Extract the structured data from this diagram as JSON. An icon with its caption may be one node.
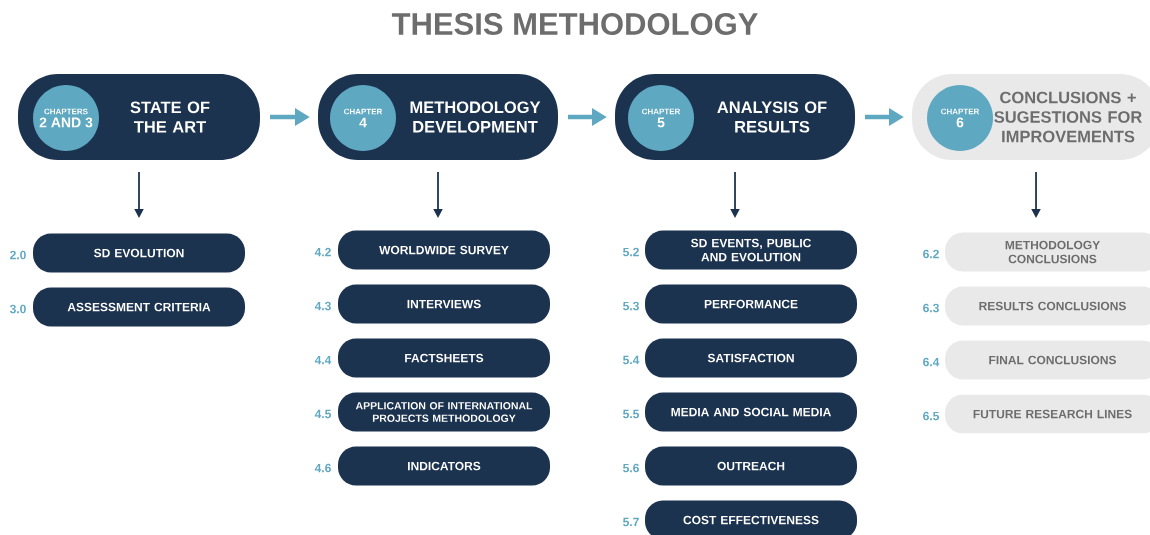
{
  "diagram": {
    "title": "THESIS METHODOLOGY",
    "nodes": [
      {
        "text": [
          "STATE OF THE ART"
        ]
      },
      {
        "text": [
          "CHAPTERS",
          "2 AND 3"
        ],
        "in": 0
      },
      {
        "text": [
          "METHODOLOGY DEVELOPMENT"
        ]
      },
      {
        "text": [
          "CHAPTER",
          "4"
        ],
        "in": 2
      },
      {
        "text": [
          "ANALYSIS OF RESULTS"
        ]
      },
      {
        "text": [
          "CHAPTER",
          "5"
        ],
        "in": 4
      },
      {
        "text": [
          "CONCLUSIONS + SUGESTIONS FOR IMPROVEMENTS"
        ]
      },
      {
        "text": [
          "CHAPTER",
          "6"
        ],
        "in": 6
      },
      {
        "text": [
          "SD EVOLUTION"
        ],
        "beside": [
          "2.0"
        ]
      },
      {
        "text": [
          "ASSESSMENT CRITERIA"
        ],
        "beside": [
          "3.0"
        ]
      },
      {
        "text": [
          "WORLDWIDE SURVEY"
        ],
        "beside": [
          "4.2"
        ]
      },
      {
        "text": [
          "INTERVIEWS"
        ],
        "beside": [
          "4.3"
        ]
      },
      {
        "text": [
          "FACTSHEETS"
        ],
        "beside": [
          "4.4"
        ]
      },
      {
        "text": [
          "APPLICATION OF INTERNATIONAL PROJECTS METHODOLOGY"
        ],
        "beside": [
          "4.5"
        ]
      },
      {
        "text": [
          "INDICATORS"
        ],
        "beside": [
          "4.6"
        ]
      },
      {
        "text": [
          "SD EVENTS, PUBLIC AND EVOLUTION"
        ],
        "beside": [
          "5.2"
        ]
      },
      {
        "text": [
          "PERFORMANCE"
        ],
        "beside": [
          "5.3"
        ]
      },
      {
        "text": [
          "SATISFACTION"
        ],
        "beside": [
          "5.4"
        ]
      },
      {
        "text": [
          "MEDIA AND SOCIAL MEDIA"
        ],
        "beside": [
          "5.5"
        ]
      },
      {
        "text": [
          "OUTREACH"
        ],
        "beside": [
          "5.6"
        ]
      },
      {
        "text": [
          "COST EFFECTIVENESS"
        ],
        "beside": [
          "5.7"
        ]
      },
      {
        "text": [
          "METHODOLOGY CONCLUSIONS"
        ],
        "beside": [
          "6.2"
        ]
      },
      {
        "text": [
          "RESULTS CONCLUSIONS"
        ],
        "beside": [
          "6.3"
        ]
      },
      {
        "text": [
          "FINAL CONCLUSIONS"
        ],
        "beside": [
          "6.4"
        ]
      },
      {
        "text": [
          "FUTURE RESEARCH LINES"
        ],
        "beside": [
          "6.5"
        ]
      }
    ],
    "edges": [
      {
        "from": 0,
        "to": 2,
        "arrow": "to",
        "style": "thick",
        "color": "#5fa8c1"
      },
      {
        "from": 2,
        "to": 4,
        "arrow": "to",
        "style": "thick",
        "color": "#5fa8c1"
      },
      {
        "from": 4,
        "to": 6,
        "arrow": "to",
        "style": "thick",
        "color": "#5fa8c1"
      },
      {
        "from": 0,
        "to": null,
        "arrow": "to"
      },
      {
        "from": 2,
        "to": null,
        "arrow": "to"
      },
      {
        "from": 4,
        "to": null,
        "arrow": "to"
      },
      {
        "from": 6,
        "to": null,
        "arrow": "to"
      }
    ]
  }
}
